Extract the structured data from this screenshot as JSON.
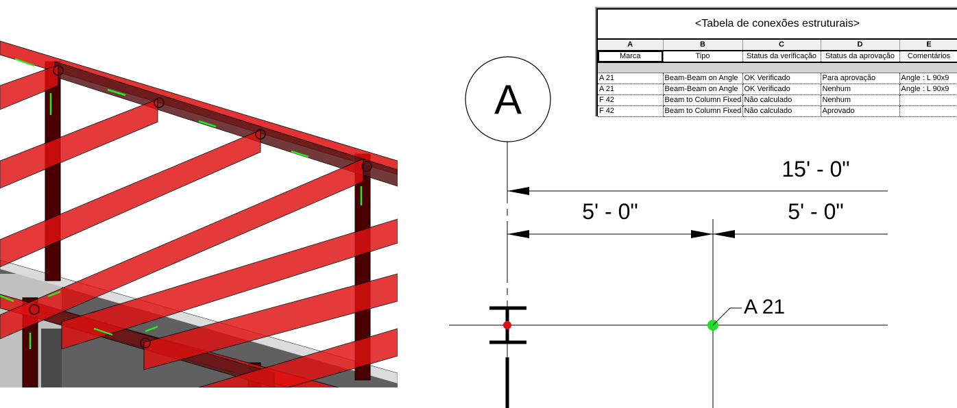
{
  "schedule": {
    "title": "<Tabela de conexões estruturais>",
    "column_letters": [
      "A",
      "B",
      "C",
      "D",
      "E"
    ],
    "headers": [
      "Marca",
      "Tipo",
      "Status da verificação",
      "Status da aprovação",
      "Comentários"
    ],
    "rows": [
      [
        "A 21",
        "Beam-Beam on Angle",
        "OK Verificado",
        "Para aprovação",
        "Angle : L 90x9"
      ],
      [
        "A 21",
        "Beam-Beam on Angle",
        "OK Verificado",
        "Nenhum",
        "Angle : L 90x9"
      ],
      [
        "F 42",
        "Beam to Column Fixed",
        "Não calculado",
        "Nenhum",
        ""
      ],
      [
        "F 42",
        "Beam to Column Fixed",
        "Não calculado",
        "Aprovado",
        ""
      ]
    ]
  },
  "plan": {
    "grid_bubble": "A",
    "dim_total": "15' - 0\"",
    "dim_left": "5' - 0\"",
    "dim_right": "5' - 0\"",
    "connection_tag": "A 21"
  },
  "colors": {
    "beam": "#e01010",
    "column": "#4a0000",
    "connection_ok": "#22dd22",
    "connection_fail": "#dd1111",
    "slab": "#606060"
  }
}
